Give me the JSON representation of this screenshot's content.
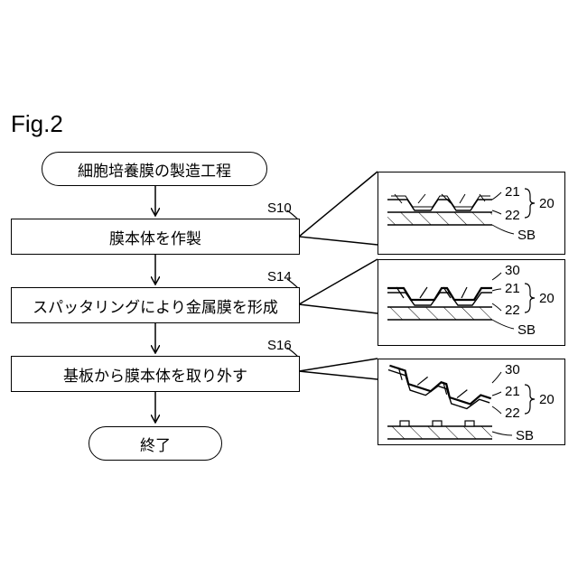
{
  "figure": {
    "label": "Fig.2"
  },
  "flowchart": {
    "start": "細胞培養膜の製造工程",
    "steps": [
      {
        "id": "S10",
        "text": "膜本体を作製"
      },
      {
        "id": "S14",
        "text": "スパッタリングにより金属膜を形成"
      },
      {
        "id": "S16",
        "text": "基板から膜本体を取り外す"
      }
    ],
    "end": "終了"
  },
  "panels": [
    {
      "labels": {
        "top_layer": "21",
        "bottom_layer": "22",
        "film": "20",
        "substrate": "SB"
      }
    },
    {
      "labels": {
        "metal": "30",
        "top_layer": "21",
        "bottom_layer": "22",
        "film": "20",
        "substrate": "SB"
      }
    },
    {
      "labels": {
        "metal": "30",
        "top_layer": "21",
        "bottom_layer": "22",
        "film": "20",
        "substrate": "SB"
      }
    }
  ]
}
